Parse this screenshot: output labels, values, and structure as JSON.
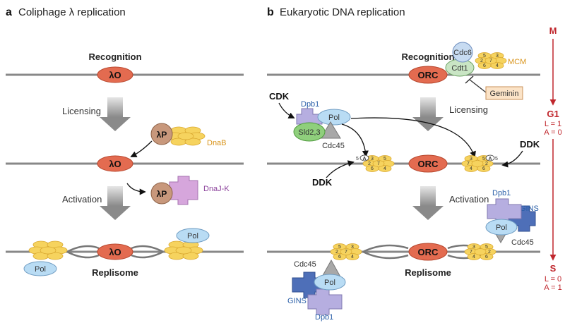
{
  "panel_a": {
    "letter": "a",
    "title": "Coliphage λ replication",
    "recognition": "Recognition",
    "licensing": "Licensing",
    "activation": "Activation",
    "replisome": "Replisome",
    "lambda_o": "λO",
    "lambda_p": "λP",
    "dnab": "DnaB",
    "dnajk": "DnaJ-K",
    "pol": "Pol"
  },
  "panel_b": {
    "letter": "b",
    "title": "Eukaryotic DNA replication",
    "recognition": "Recognition",
    "licensing": "Licensing",
    "activation": "Activation",
    "replisome": "Replisome",
    "orc": "ORC",
    "cdc6": "Cdc6",
    "cdt1": "Cdt1",
    "mcm": "MCM",
    "geminin": "Geminin",
    "cdk": "CDK",
    "ddk": "DDK",
    "dpb1": "Dpb1",
    "pol": "Pol",
    "sld": "Sld2,3",
    "cdc45": "Cdc45",
    "gins": "GINS",
    "mcm_a": "A",
    "mcm_5": "5",
    "mcm_nums": [
      "5",
      "3",
      "2",
      "7",
      "6",
      "4"
    ]
  },
  "cell_cycle": {
    "m": "M",
    "g1": "G1",
    "g1_l": "L = 1",
    "g1_a": "A = 0",
    "s": "S",
    "s_l": "L = 0",
    "s_a": "A = 1"
  },
  "colors": {
    "dna": "#888888",
    "orc": "#e36b50",
    "mcm": "#f6d35e",
    "pol": "#b9dcf4",
    "lambda_p": "#c8987c",
    "dnajk": "#d6a6dc",
    "gins": "#4e6fb8",
    "dpb1": "#b6aee0",
    "sld": "#8fcf7c",
    "cdc45": "#a8a8a8",
    "cell_cycle": "#c0272d"
  }
}
